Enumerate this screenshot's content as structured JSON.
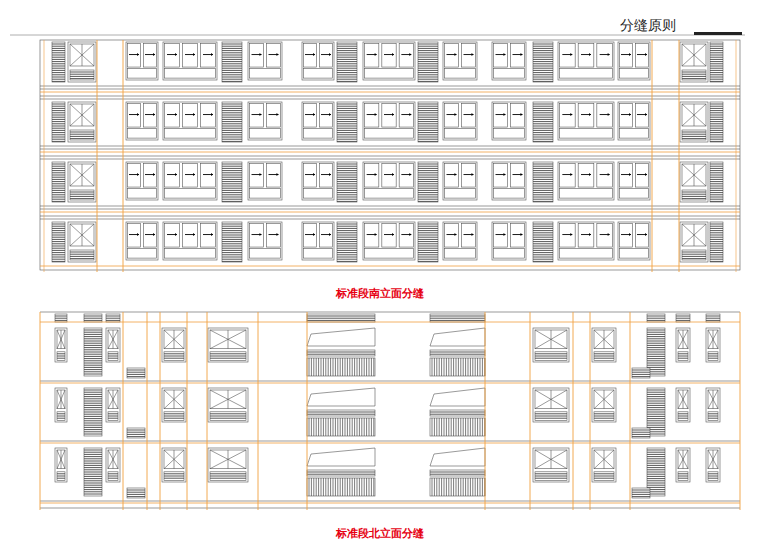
{
  "diagram": {
    "title": "分缝原则",
    "labels": [
      "标准段南立面分缝",
      "标准段北立面分缝"
    ]
  }
}
